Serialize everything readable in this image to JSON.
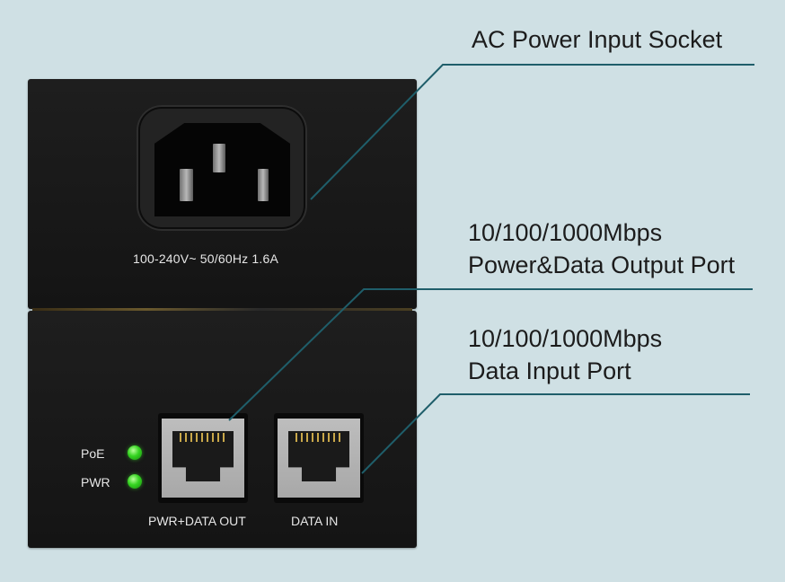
{
  "device": {
    "rating_text": "100-240V~ 50/60Hz 1.6A",
    "led_poe_label": "PoE",
    "led_pwr_label": "PWR",
    "port_out_label": "PWR+DATA OUT",
    "port_in_label": "DATA IN",
    "led_color": "#34d420"
  },
  "callouts": {
    "ac_input": "AC Power Input Socket",
    "output_line1": "10/100/1000Mbps",
    "output_line2": "Power&Data Output Port",
    "input_line1": "10/100/1000Mbps",
    "input_line2": "Data Input Port"
  },
  "colors": {
    "background": "#cfe0e4",
    "device_body": "#1a1a1a",
    "leader_line": "#1f5e6a"
  }
}
